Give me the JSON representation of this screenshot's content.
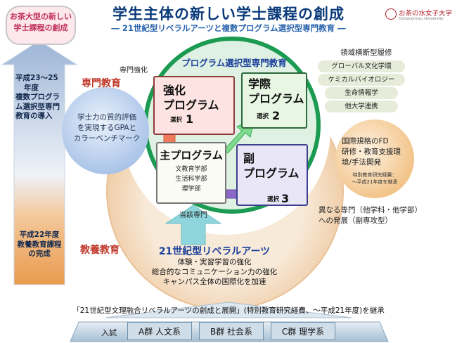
{
  "header": {
    "title": "学生主体の新しい学士課程の創成",
    "subtitle": "― 21世紀型リベラルアーツと複数プログラム選択型専門教育 ―",
    "logo_text": "お茶の水女子大学",
    "logo_sub": "Ochanomizu University"
  },
  "left_arrow": {
    "badge": [
      "お茶大型の新しい",
      "学士課程の創成"
    ],
    "upper_text": [
      "平成23～25",
      "年度",
      "複数プログラ",
      "ム選択型専門",
      "教育の導入"
    ],
    "lower_text": [
      "平成22年度",
      "教養教育課程",
      "の完成"
    ]
  },
  "sections": {
    "senmon": "専門教育",
    "kyoyo": "教養教育",
    "senmon_kyoka": "専門強化",
    "tougai_senmon": "当該専門"
  },
  "gpa_bubble": [
    "学士力の質的評価",
    "を実現するGPAと",
    "カラーベンチマーク"
  ],
  "program_header": "プログラム選択型専門教育",
  "programs": {
    "kyoka": {
      "title": [
        "強化",
        "プログラム"
      ],
      "sel": "選択",
      "num": "1"
    },
    "kokusai": {
      "title": [
        "学際",
        "プログラム"
      ],
      "sel": "選択",
      "num": "2"
    },
    "fuku": {
      "title": [
        "副",
        "プログラム"
      ],
      "sel": "選択",
      "num": "3"
    },
    "shu": {
      "title": "主プログラム",
      "depts": [
        "文教育学部",
        "生活科学部",
        "理学部"
      ]
    }
  },
  "cross_domain": {
    "header": "領域横断型履修",
    "items": [
      "グローバル文化学環",
      "ケミカルバイオロジー",
      "生命情報学",
      "他大学連携"
    ]
  },
  "fd_bubble": {
    "lines": [
      "国際規格のFD",
      "研修・教育支援環",
      "境/手法開発"
    ],
    "note": [
      "特別教育研究経費：",
      "～平成21年度を継承"
    ]
  },
  "other_major": [
    "異なる専門（他学科・他学部）",
    "への発展（副専攻型）"
  ],
  "liberal_arts": {
    "title": "21世紀型リベラルアーツ",
    "lines": [
      "体験・実習学習の強化",
      "総合的なコミュニケーション力の強化",
      "キャンパス全体の国際化を加速"
    ]
  },
  "bottom": {
    "heritage": "「21世紀型文理融合リベラルアーツの創成と展開」(特別教育研究経費、～平成21年度)を継承",
    "entrance": "入試",
    "groups": [
      "A群 人文系",
      "B群 社会系",
      "C群 理学系"
    ]
  },
  "colors": {
    "title_blue": "#0a3a7a",
    "section_red": "#c0392b",
    "liberal_blue": "#1a3f9a",
    "green_circle": "#1b9a52",
    "orange_ring": "#f2d7b0"
  }
}
